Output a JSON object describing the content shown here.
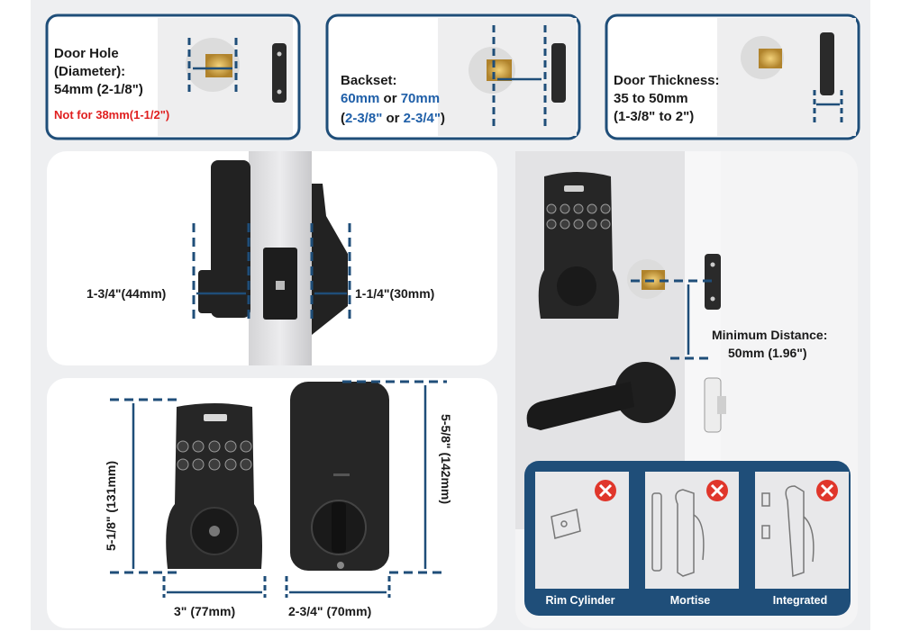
{
  "top_boxes": {
    "door_hole": {
      "line1": "Door Hole",
      "line2": "(Diameter):",
      "line3": "54mm (2-1/8\")",
      "warning": "Not for 38mm(1-1/2\")"
    },
    "backset": {
      "line1": "Backset:",
      "value_a": "60mm",
      "or1": " or ",
      "value_b": "70mm",
      "imperial_a": "2-3/8\"",
      "or2": " or ",
      "imperial_b": "2-3/4\""
    },
    "door_thickness": {
      "line1": "Door Thickness:",
      "line2": "35 to 50mm",
      "line3": "(1-3/8\" to 2\")"
    }
  },
  "side_view": {
    "exterior_depth": "1-3/4\"(44mm)",
    "interior_depth": "1-1/4\"(30mm)"
  },
  "front_view": {
    "exterior_height": "5-1/8\" (131mm)",
    "exterior_width": "3\" (77mm)",
    "interior_height": "5-5/8\" (142mm)",
    "interior_width": "2-3/4\" (70mm)"
  },
  "installed_view": {
    "min_distance_label": "Minimum Distance:",
    "min_distance_value": "50mm (1.96\")"
  },
  "incompatible": {
    "items": [
      "Rim Cylinder",
      "Mortise",
      "Integrated"
    ]
  },
  "colors": {
    "accent_blue": "#1f4e79",
    "highlight_blue": "#1f5fa8",
    "warning_red": "#e01f1f",
    "cross_red": "#e0362b"
  }
}
